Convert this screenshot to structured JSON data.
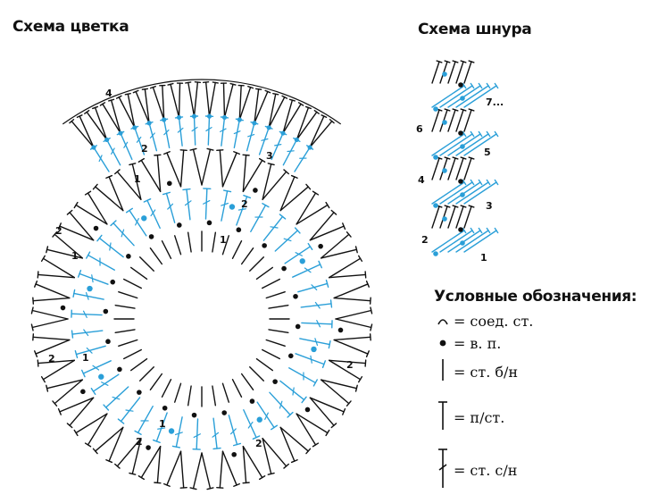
{
  "flower_scheme": {
    "title": "Схема цветка",
    "row_labels": [
      "1",
      "1",
      "1",
      "1",
      "1",
      "2",
      "2",
      "2",
      "2",
      "2",
      "2",
      "2",
      "3",
      "4"
    ]
  },
  "cord_scheme": {
    "title": "Схема шнура",
    "row_labels": [
      "1",
      "2",
      "3",
      "4",
      "5",
      "6",
      "7..."
    ]
  },
  "legend": {
    "title": "Условные обозначения:",
    "items": [
      {
        "icon": "slip-stitch-arc-icon",
        "eq": "=",
        "label": "соед. ст."
      },
      {
        "icon": "chain-dot-icon",
        "eq": "=",
        "label": "в. п."
      },
      {
        "icon": "single-crochet-line-icon",
        "eq": "=",
        "label": "ст. б/н"
      },
      {
        "icon": "half-double-crochet-icon",
        "eq": "=",
        "label": "п/ст."
      },
      {
        "icon": "double-crochet-icon",
        "eq": "=",
        "label": "ст. с/н"
      }
    ]
  },
  "colors": {
    "black": "#111111",
    "blue": "#2a9fd8"
  }
}
